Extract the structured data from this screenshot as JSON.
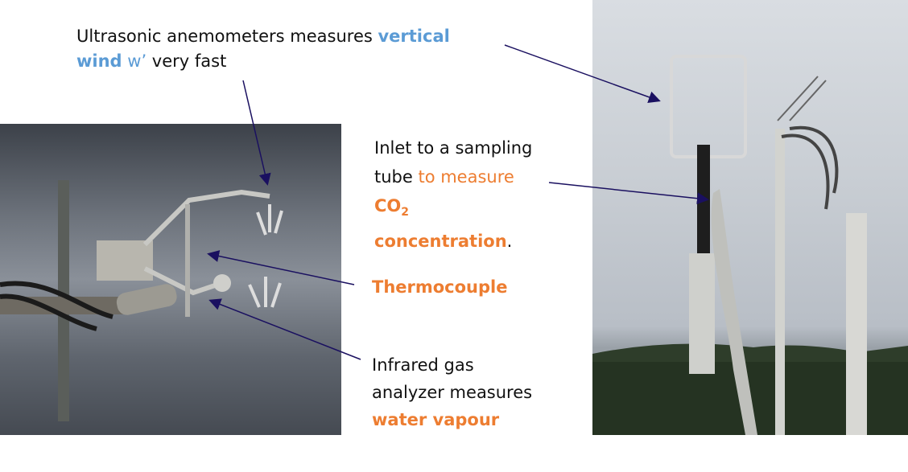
{
  "labels": {
    "anemometer": {
      "text_a": "Ultrasonic anemometers measures ",
      "highlight_bold": "vertical wind",
      "highlight": " w’",
      "text_b": " very fast"
    },
    "inlet": {
      "text_a": "Inlet to a sampling tube ",
      "orange_a": "to measure ",
      "bold_co": "CO",
      "sub": "2",
      "bold_conc": "concentration",
      "end": "."
    },
    "thermocouple": {
      "bold": "Thermocouple"
    },
    "irga": {
      "text_a": "Infrared gas analyzer measures ",
      "bold": "water vapour"
    }
  },
  "colors": {
    "blue": "#5b9bd5",
    "orange": "#ed7d31",
    "arrow": "#1a1060"
  }
}
